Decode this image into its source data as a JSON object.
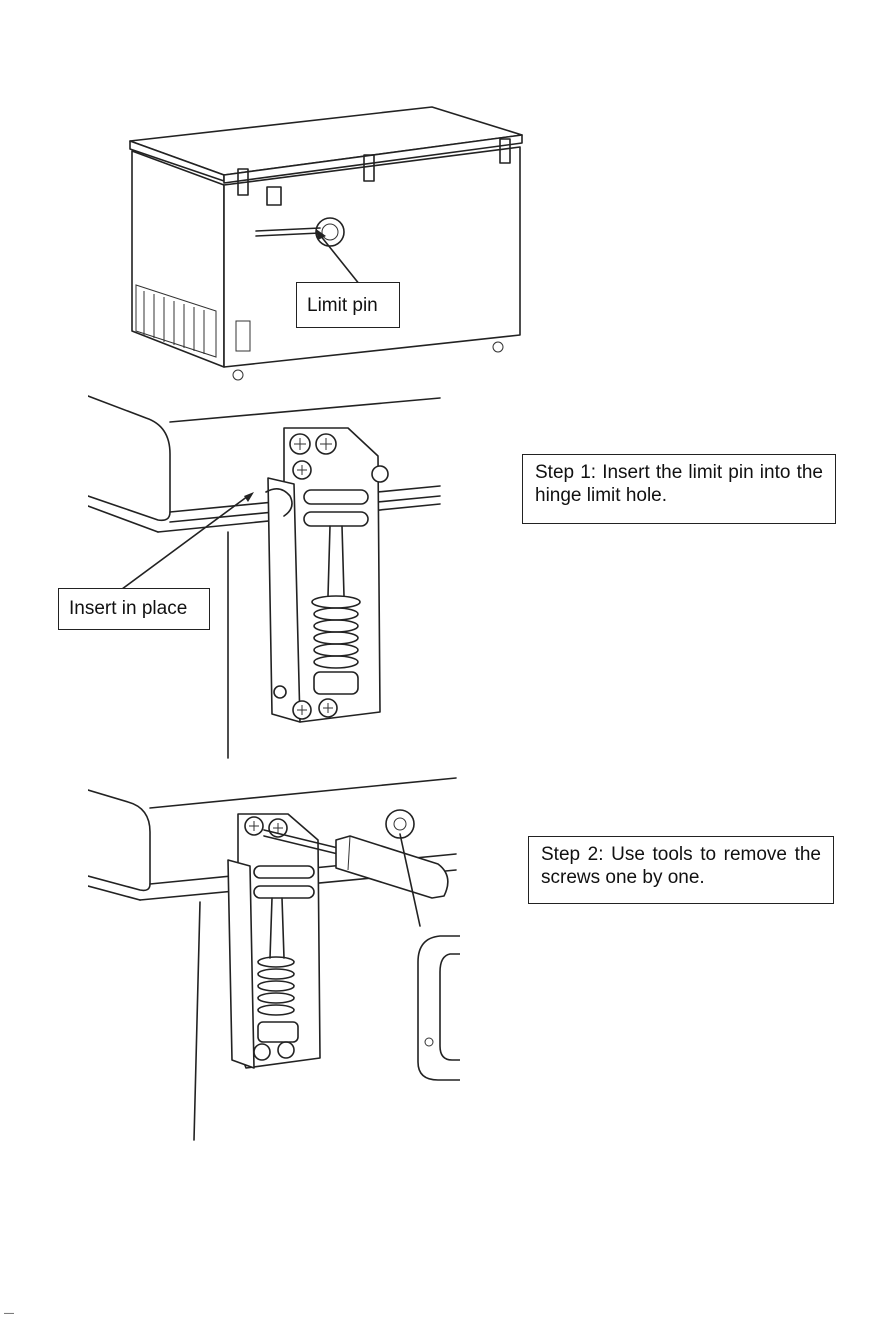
{
  "figure1": {
    "callout": "Limit pin"
  },
  "figure2": {
    "callout": "Insert in place",
    "step": "Step 1: Insert the limit pin into the hinge limit hole."
  },
  "figure3": {
    "step": "Step 2: Use tools to remove the screws one by one."
  },
  "footer": {
    "mark": "—"
  }
}
